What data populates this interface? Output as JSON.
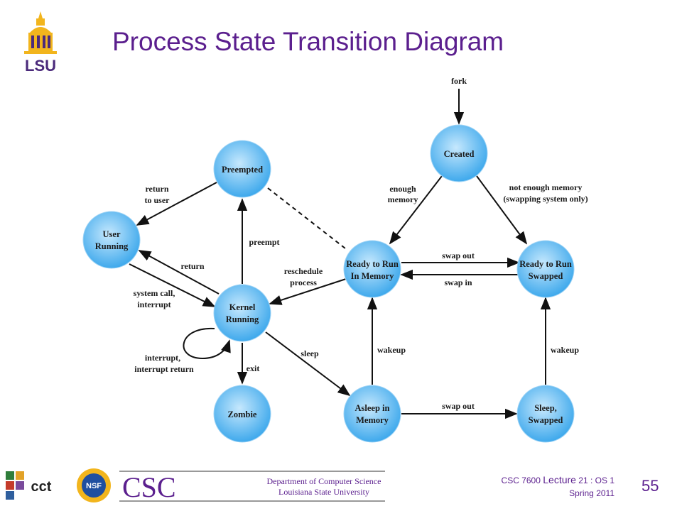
{
  "slide": {
    "title": "Process State Transition Diagram",
    "page_number": "55"
  },
  "footer": {
    "course": "CSC 7600",
    "lecture_word": "Lecture",
    "lecture_info": "21 : OS 1",
    "term": "Spring 2011",
    "csc_logo_text": "CSC",
    "dept_line1": "Department of Computer Science",
    "dept_line2": "Louisiana State University",
    "lsu_logo_text": "LSU",
    "nsf_logo_text": "NSF",
    "cct_logo_text": "cct"
  },
  "colors": {
    "title": "#5b1f8e",
    "node_fill": "#7cc4f2",
    "lsu_gold": "#f2b51d",
    "lsu_purple": "#4b2a7b"
  },
  "diagram": {
    "nodes": {
      "created": "Created",
      "preempted": "Preempted",
      "user_running_1": "User",
      "user_running_2": "Running",
      "kernel_running_1": "Kernel",
      "kernel_running_2": "Running",
      "zombie": "Zombie",
      "ready_mem_1": "Ready to Run",
      "ready_mem_2": "In Memory",
      "ready_swap_1": "Ready to Run",
      "ready_swap_2": "Swapped",
      "asleep_mem_1": "Asleep in",
      "asleep_mem_2": "Memory",
      "sleep_swap_1": "Sleep,",
      "sleep_swap_2": "Swapped"
    },
    "edges": {
      "fork": "fork",
      "enough_memory_1": "enough",
      "enough_memory_2": "memory",
      "not_enough_1": "not enough memory",
      "not_enough_2": "(swapping system only)",
      "return_to_user_1": "return",
      "return_to_user_2": "to user",
      "preempt": "preempt",
      "return": "return",
      "reschedule_1": "reschedule",
      "reschedule_2": "process",
      "syscall_1": "system call,",
      "syscall_2": "interrupt",
      "swap_out": "swap out",
      "swap_in": "swap in",
      "interrupt_1": "interrupt,",
      "interrupt_2": "interrupt return",
      "exit": "exit",
      "sleep": "sleep",
      "wakeup_mem": "wakeup",
      "wakeup_swap": "wakeup",
      "swap_out_sleep": "swap out"
    }
  }
}
